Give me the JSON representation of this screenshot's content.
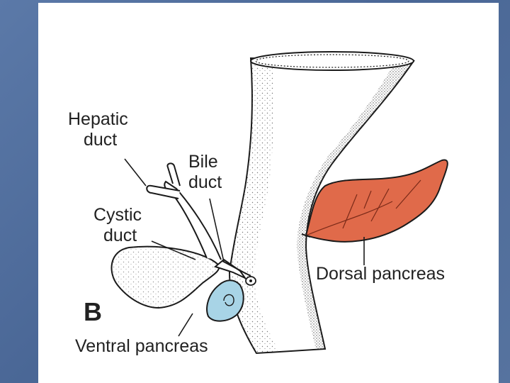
{
  "diagram": {
    "panel_letter": "B",
    "labels": {
      "hepatic_duct": [
        "Hepatic",
        "duct"
      ],
      "bile_duct": [
        "Bile",
        "duct"
      ],
      "cystic_duct": [
        "Cystic",
        "duct"
      ],
      "dorsal_pancreas": "Dorsal pancreas",
      "ventral_pancreas": "Ventral pancreas"
    },
    "colors": {
      "background": "#4f6d9c",
      "slide": "#ffffff",
      "dorsal_pancreas": "#e06a4a",
      "ventral_pancreas": "#a8d4e6",
      "outline": "#1a1a1a"
    }
  }
}
